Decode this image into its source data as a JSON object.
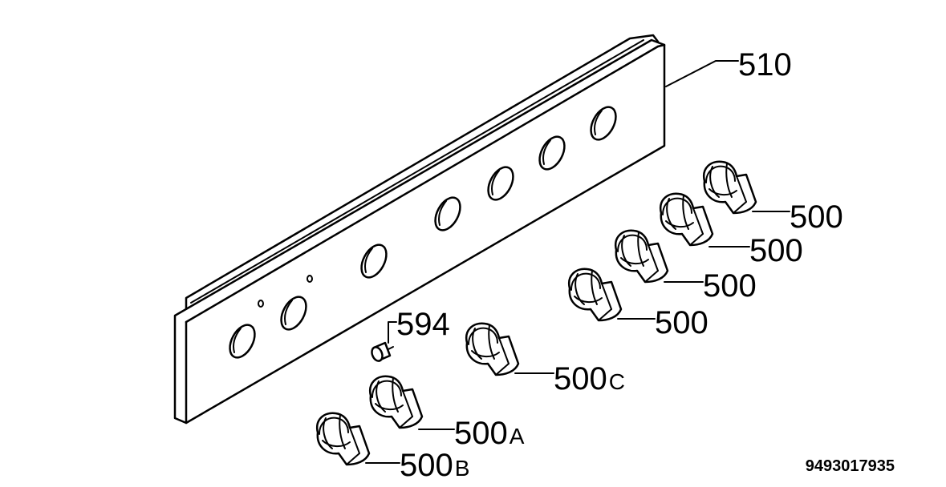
{
  "labels": {
    "panel": "510",
    "knob_1": "500",
    "knob_2": "500",
    "knob_3": "500",
    "knob_4": "500",
    "knob_c": "500",
    "knob_c_suffix": "C",
    "knob_a": "500",
    "knob_a_suffix": "A",
    "knob_b": "500",
    "knob_b_suffix": "B",
    "screw": "594"
  },
  "document_number": "9493017935"
}
